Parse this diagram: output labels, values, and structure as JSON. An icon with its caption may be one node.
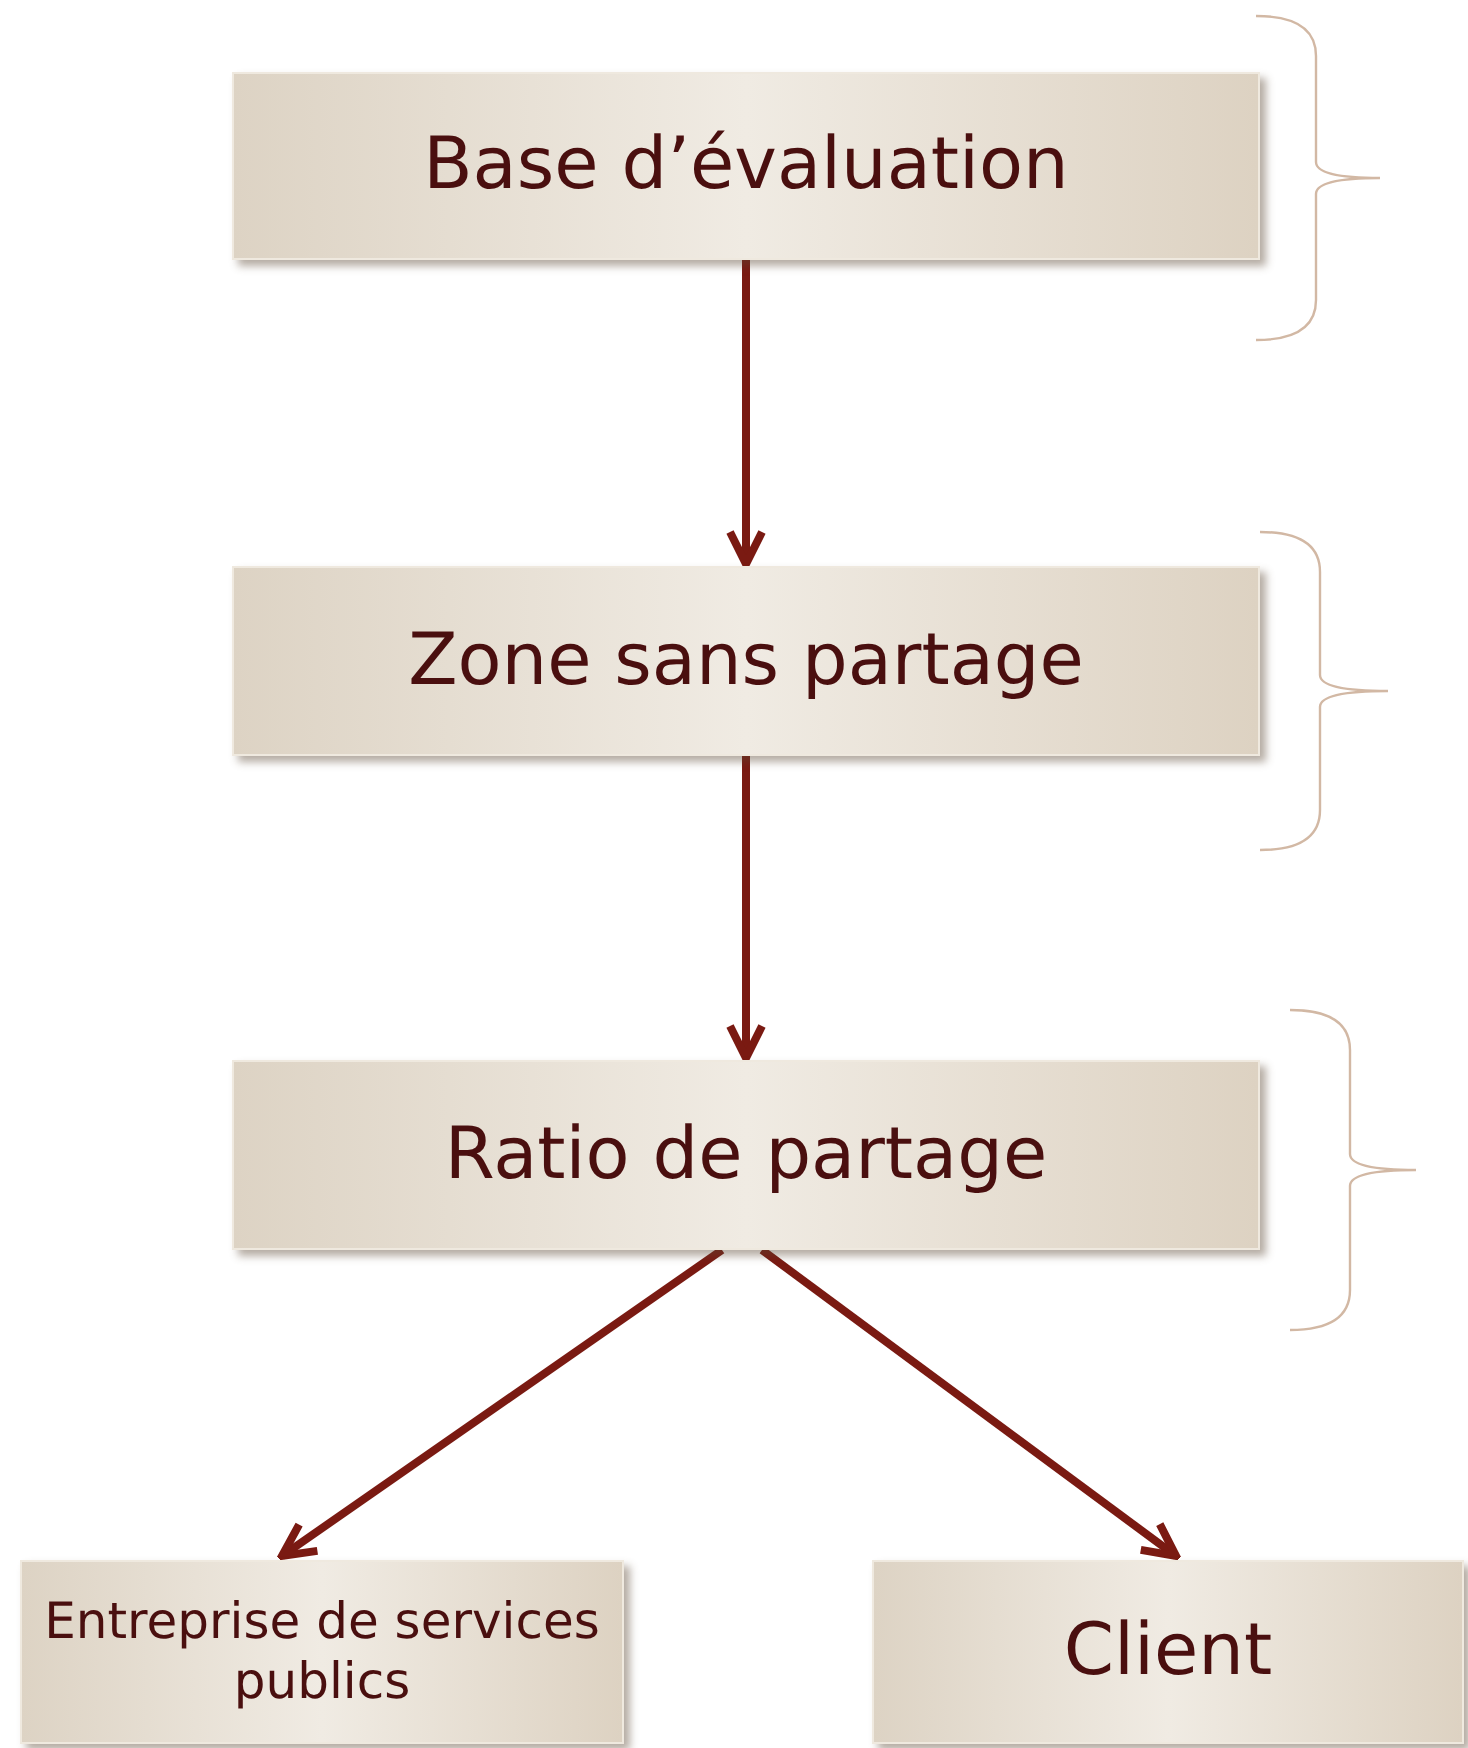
{
  "diagram": {
    "nodes": [
      {
        "text": [
          "Base d’évaluation"
        ]
      },
      {
        "text": [
          "Zone sans partage"
        ]
      },
      {
        "text": [
          "Ratio de partage"
        ]
      },
      {
        "text": [
          "Entreprise de services publics"
        ]
      },
      {
        "text": [
          "Client"
        ]
      }
    ],
    "edges": [
      {
        "from": 0,
        "to": 1,
        "arrow": "to"
      },
      {
        "from": 1,
        "to": 2,
        "arrow": "to"
      },
      {
        "from": 2,
        "to": 3,
        "arrow": "to"
      },
      {
        "from": 2,
        "to": 4,
        "arrow": "to"
      }
    ]
  }
}
